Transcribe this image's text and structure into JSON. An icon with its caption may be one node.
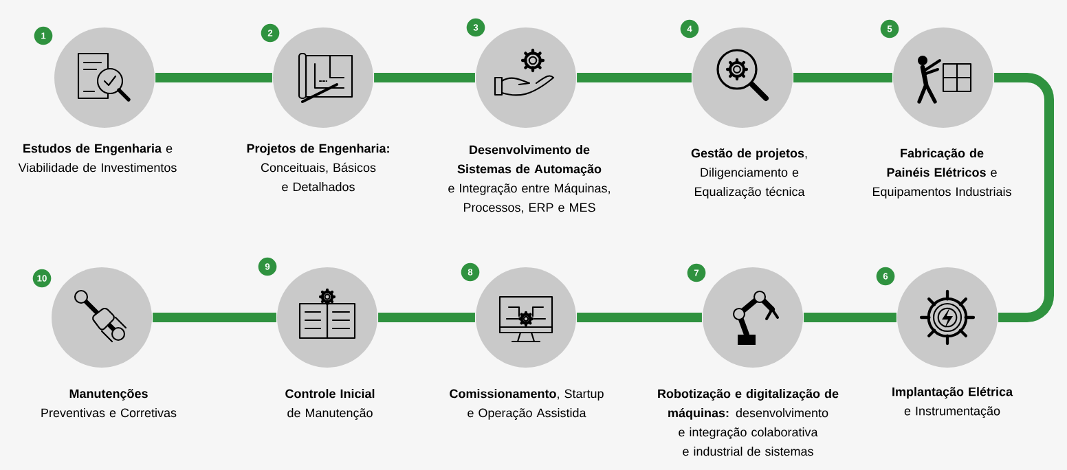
{
  "diagram": {
    "nodes": [
      {
        "text": [
          "**Estudos de Engenharia** e Viabilidade de Investimentos"
        ],
        "beside": [
          "1"
        ]
      },
      {
        "text": [
          "**Projetos de Engenharia:** Conceituais, Básicos e Detalhados"
        ],
        "beside": [
          "2"
        ]
      },
      {
        "text": [
          "**Desenvolvimento de Sistemas de Automação** e Integração entre Máquinas, Processos, ERP e MES"
        ],
        "beside": [
          "3"
        ]
      },
      {
        "text": [
          "**Gestão de projetos**, Diligenciamento e Equalização técnica"
        ],
        "beside": [
          "4"
        ]
      },
      {
        "text": [
          "**Fabricação de Painéis Elétricos** e Equipamentos Industriais"
        ],
        "beside": [
          "5"
        ]
      },
      {
        "text": [
          "**Implantação Elétrica** e Instrumentação"
        ],
        "beside": [
          "6"
        ]
      },
      {
        "text": [
          "**Robotização e digitalização de máquinas:** desenvolvimento e integração colaborativa e industrial de sistemas"
        ],
        "beside": [
          "7"
        ]
      },
      {
        "text": [
          "**Comissionamento**, Startup e Operação Assistida"
        ],
        "beside": [
          "8"
        ]
      },
      {
        "text": [
          "**Controle Inicial** de Manutenção"
        ],
        "beside": [
          "9"
        ]
      },
      {
        "text": [
          "**Manutenções** Preventivas e Corretivas"
        ],
        "beside": [
          "10"
        ]
      }
    ],
    "edges": [
      {
        "from": 0,
        "to": 1,
        "arrow": "none"
      },
      {
        "from": 1,
        "to": 2,
        "arrow": "none"
      },
      {
        "from": 2,
        "to": 3,
        "arrow": "none"
      },
      {
        "from": 3,
        "to": 4,
        "arrow": "none"
      },
      {
        "from": 4,
        "to": 5,
        "arrow": "none"
      },
      {
        "from": 5,
        "to": 6,
        "arrow": "none"
      },
      {
        "from": 6,
        "to": 7,
        "arrow": "none"
      },
      {
        "from": 7,
        "to": 8,
        "arrow": "none"
      },
      {
        "from": 8,
        "to": 9,
        "arrow": "none"
      }
    ]
  }
}
